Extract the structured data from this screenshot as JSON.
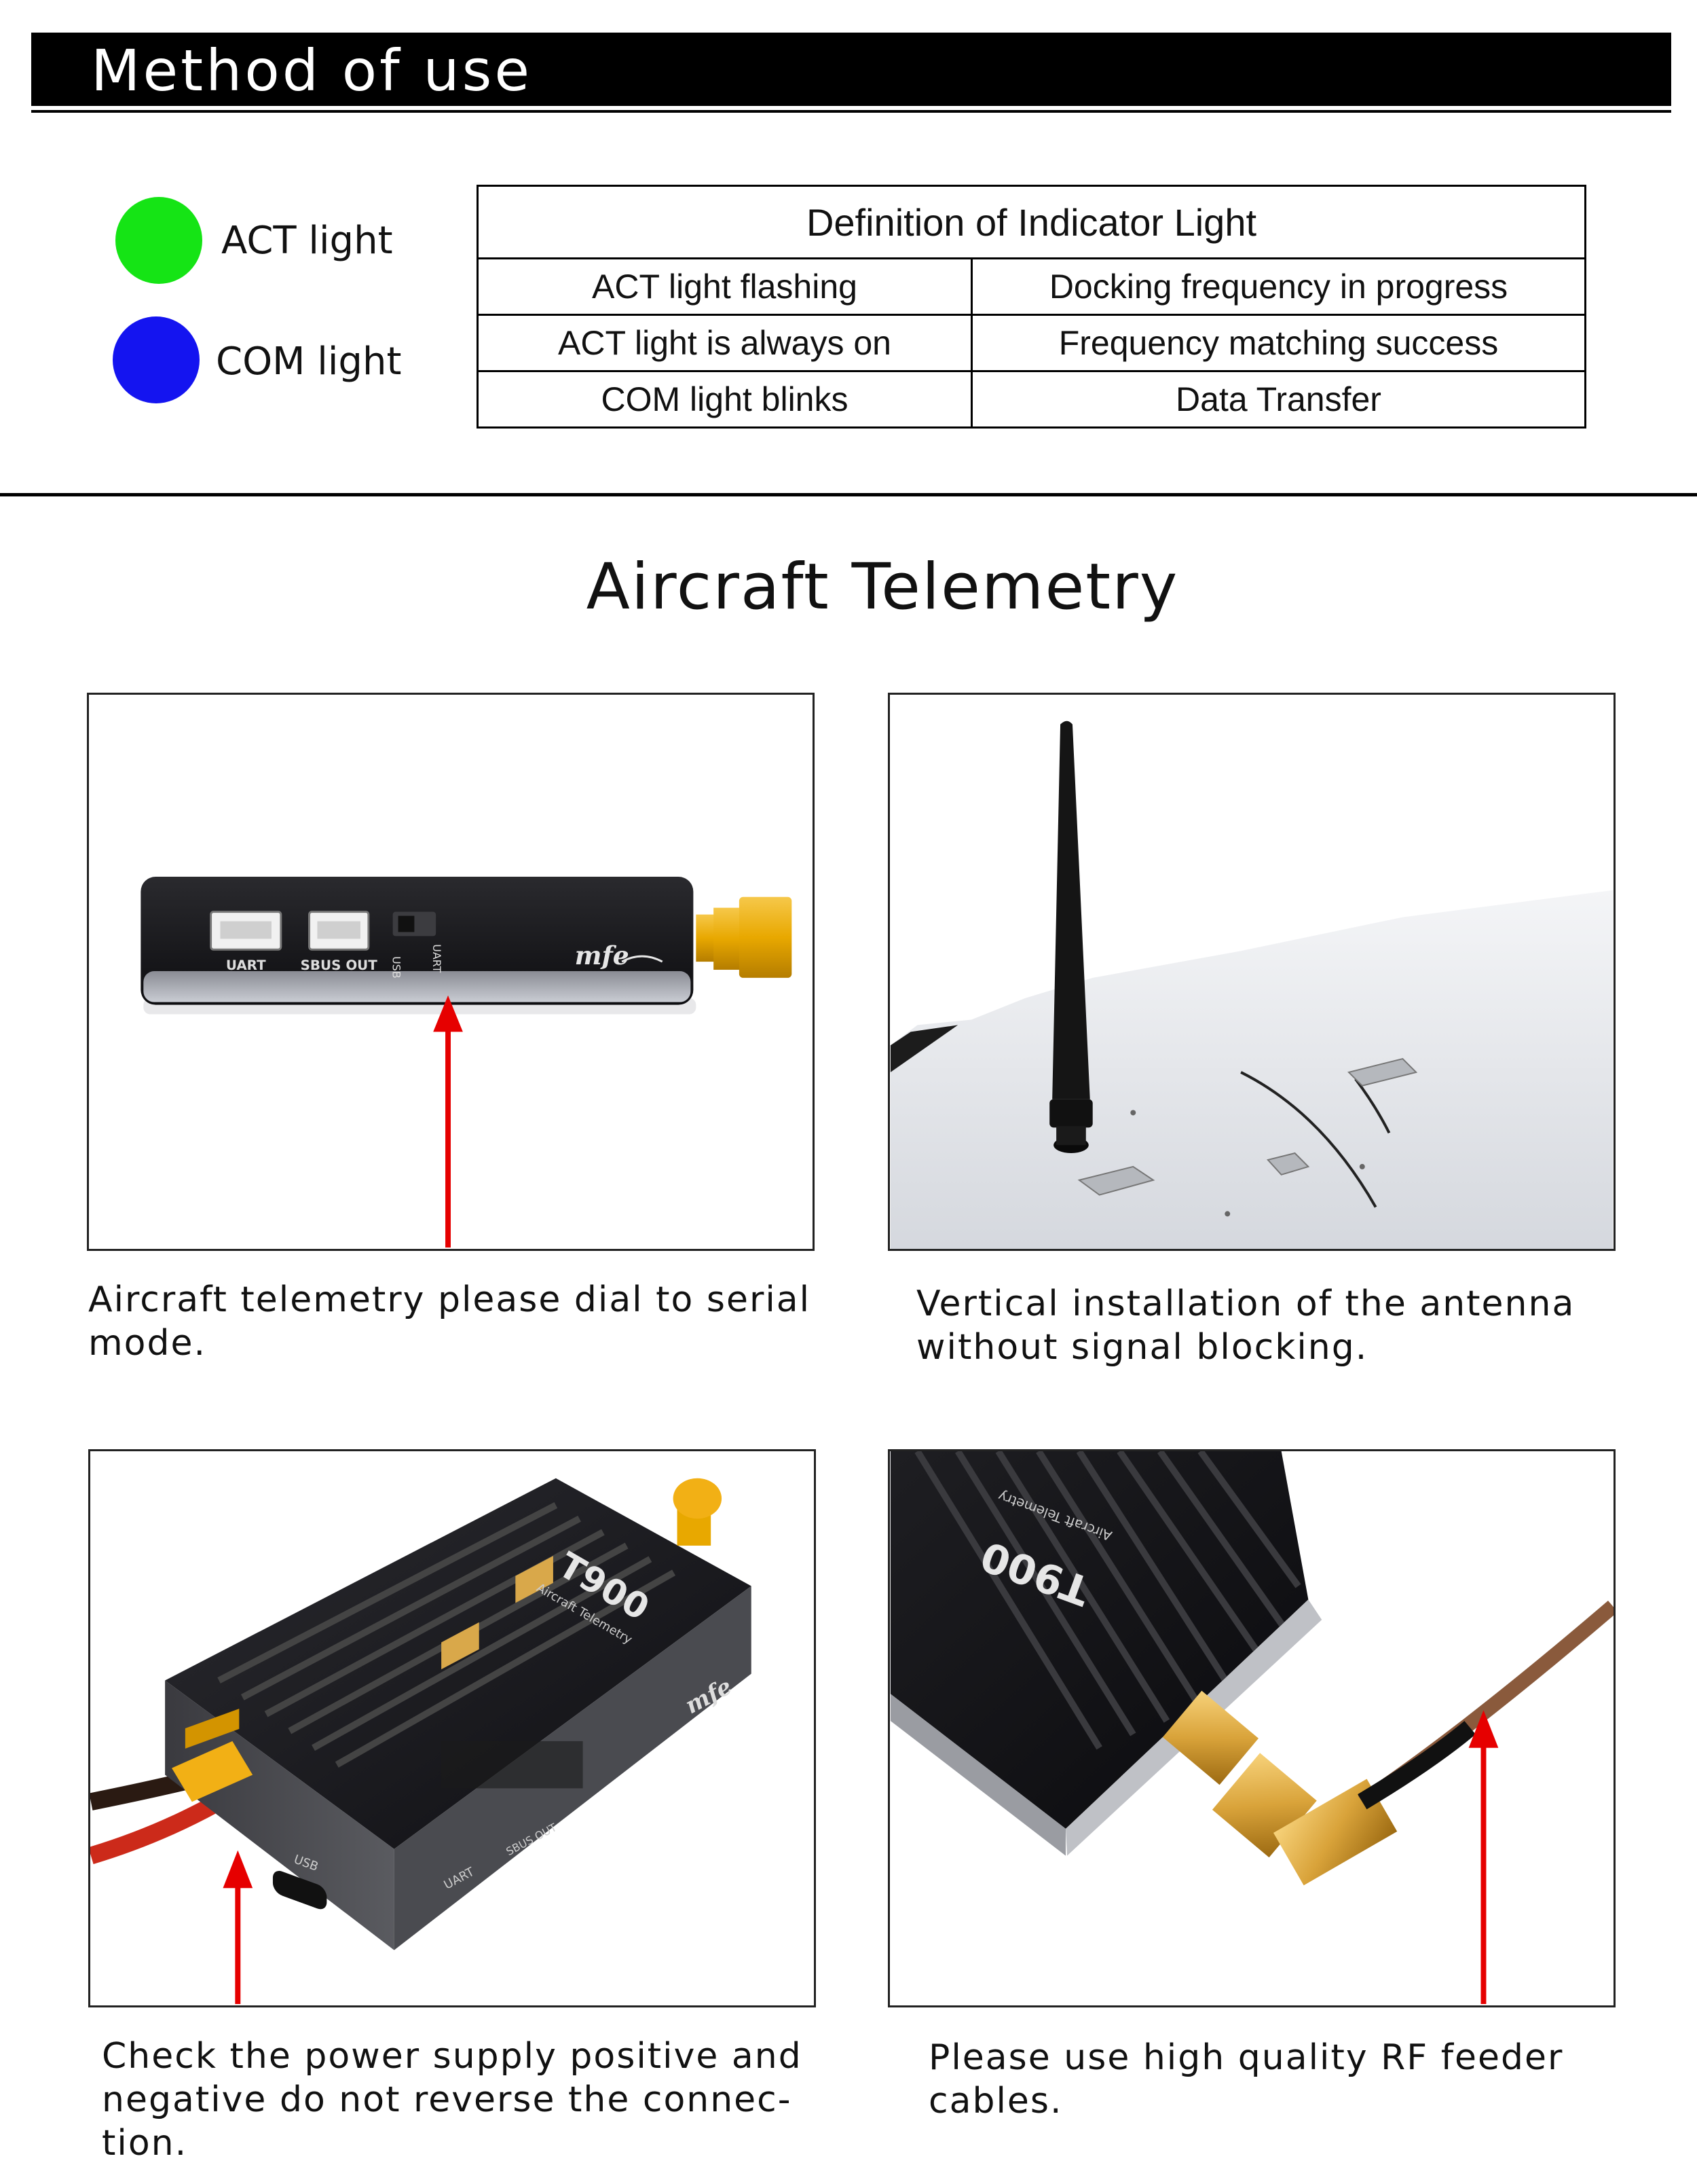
{
  "header": {
    "title": "Method of use"
  },
  "legend": [
    {
      "label": "ACT light",
      "color": "#15e415"
    },
    {
      "label": "COM light",
      "color": "#1414f0"
    }
  ],
  "indicator_table": {
    "title": "Definition of Indicator Light",
    "rows": [
      [
        "ACT light flashing",
        "Docking frequency in progress"
      ],
      [
        "ACT light is always on",
        "Frequency matching success"
      ],
      [
        "COM light blinks",
        "Data Transfer"
      ]
    ]
  },
  "section": {
    "title": "Aircraft Telemetry"
  },
  "panels": [
    {
      "caption": "Aircraft telemetry please dial to serial\nmode.",
      "image_labels": {
        "uart": "UART",
        "sbus": "SBUS OUT",
        "usb": "USB",
        "switch_uart": "UART",
        "brand": "mfe"
      }
    },
    {
      "caption": "Vertical installation of the antenna\nwithout signal blocking."
    },
    {
      "caption": "Check the power supply positive and\nnegative do not reverse the connec-\ntion.",
      "image_labels": {
        "model": "T900",
        "subtitle": "Aircraft Telemetry",
        "brand": "mfe",
        "uart": "UART",
        "sbus": "SBUS OUT",
        "usb": "USB"
      }
    },
    {
      "caption": "Please use high quality RF feeder\ncables.",
      "image_labels": {
        "model": "T900",
        "subtitle": "Aircraft Telemetry"
      }
    }
  ],
  "colors": {
    "arrow": "#e60000",
    "header_bg": "#000000",
    "antenna_gold": "#e8a800"
  }
}
